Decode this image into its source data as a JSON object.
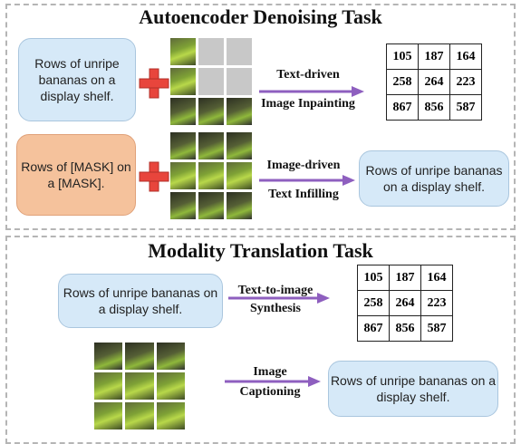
{
  "colors": {
    "arrow": "#8e5fbf",
    "plus": "#e8453c",
    "blue_box": "#d6e9f8",
    "orange_box": "#f5c29c"
  },
  "top": {
    "title": "Autoencoder Denoising Task",
    "caption_input": "Rows of unripe bananas on a display shelf.",
    "masked_caption": "Rows of [MASK] on a [MASK].",
    "inpaint_label_1": "Text-driven",
    "inpaint_label_2": "Image Inpainting",
    "infill_label_1": "Image-driven",
    "infill_label_2": "Text Infilling",
    "infill_output": "Rows of unripe bananas on a display shelf.",
    "tokens": [
      [
        "105",
        "187",
        "164"
      ],
      [
        "258",
        "264",
        "223"
      ],
      [
        "867",
        "856",
        "587"
      ]
    ]
  },
  "bottom": {
    "title": "Modality Translation Task",
    "caption_input": "Rows of unripe bananas on a display shelf.",
    "t2i_label_1": "Text-to-image",
    "t2i_label_2": "Synthesis",
    "cap_label_1": "Image",
    "cap_label_2": "Captioning",
    "caption_output": "Rows of unripe bananas on a display shelf.",
    "tokens": [
      [
        "105",
        "187",
        "164"
      ],
      [
        "258",
        "264",
        "223"
      ],
      [
        "867",
        "856",
        "587"
      ]
    ]
  }
}
